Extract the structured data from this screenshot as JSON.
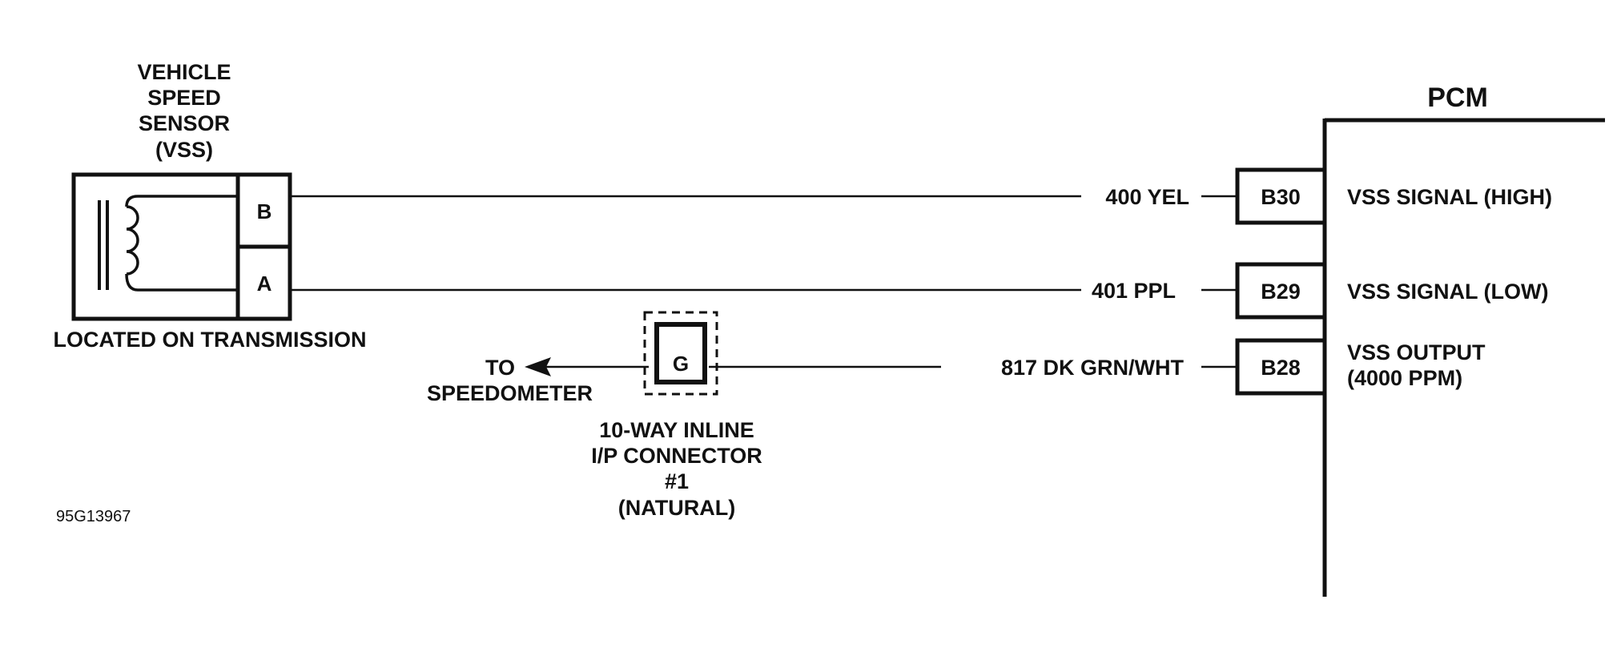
{
  "sensor": {
    "title_lines": [
      "VEHICLE",
      "SPEED",
      "SENSOR",
      "(VSS)"
    ],
    "location": "LOCATED ON TRANSMISSION",
    "terminals": [
      "B",
      "A"
    ]
  },
  "pcm": {
    "title": "PCM",
    "pins": [
      {
        "pin": "B30",
        "wire": "400 YEL",
        "function_lines": [
          "VSS SIGNAL (HIGH)"
        ]
      },
      {
        "pin": "B29",
        "wire": "401 PPL",
        "function_lines": [
          "VSS SIGNAL (LOW)"
        ]
      },
      {
        "pin": "B28",
        "wire": "817 DK GRN/WHT",
        "function_lines": [
          "VSS OUTPUT",
          "(4000 PPM)"
        ]
      }
    ]
  },
  "connector": {
    "terminal": "G",
    "label_lines": [
      "10-WAY INLINE",
      "I/P CONNECTOR",
      "#1",
      "(NATURAL)"
    ]
  },
  "speedometer": {
    "label_lines": [
      "TO",
      "SPEEDOMETER"
    ]
  },
  "figure_id": "95G13967",
  "colors": {
    "ink": "#111111",
    "background": "#ffffff"
  }
}
